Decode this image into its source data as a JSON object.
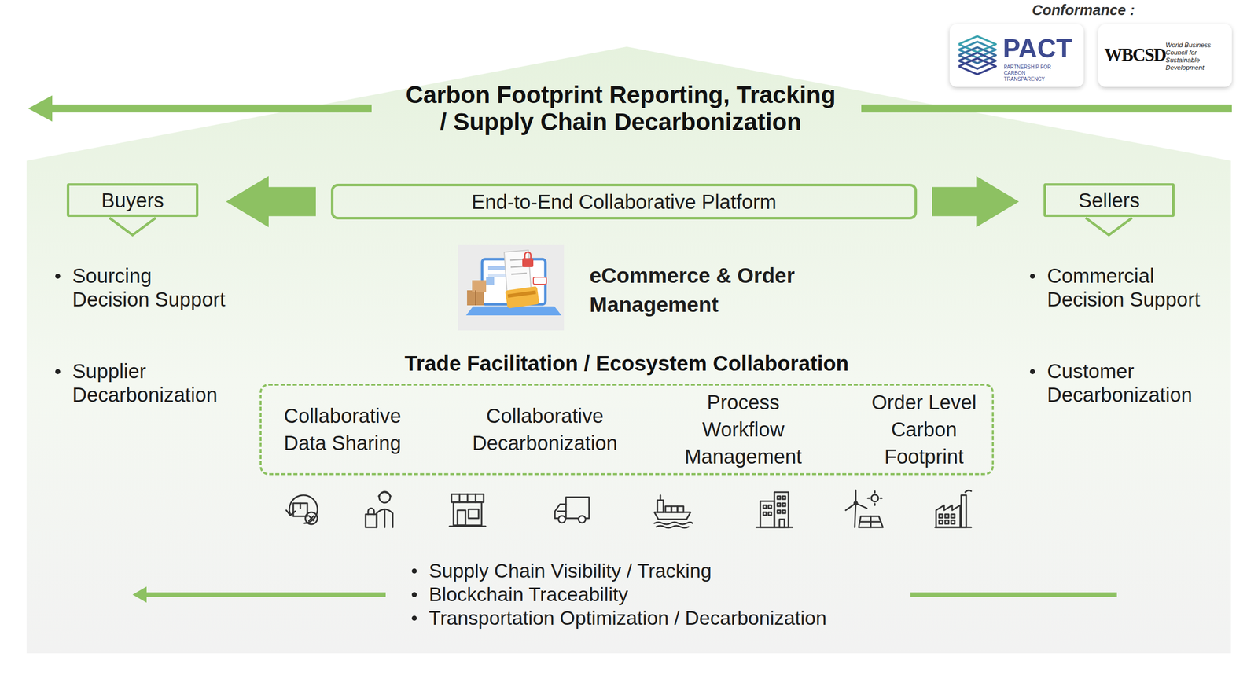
{
  "diagram": {
    "title": "Carbon Footprint Reporting, Tracking / Supply Chain Decarbonization",
    "nodes": [
      {
        "text": [
          "PACT",
          "PARTNERSHIP FOR CARBON TRANSPARENCY"
        ]
      },
      {
        "text": [
          "WBCSD",
          "World Business Council for Sustainable Development"
        ]
      },
      {
        "text": [
          "Buyers"
        ]
      },
      {
        "text": [
          "End-to-End Collaborative Platform"
        ]
      },
      {
        "text": [
          "Sellers"
        ]
      },
      {
        "text": [
          "Trade Facilitation / Ecosystem Collaboration",
          "Collaborative Data Sharing",
          "Collaborative Decarbonization",
          "Process Workflow Management",
          "Order Level Carbon Footprint"
        ]
      }
    ],
    "edges": [
      {
        "from": 3,
        "to": 2,
        "arrow": "to"
      },
      {
        "from": 3,
        "to": 4,
        "arrow": "to"
      }
    ],
    "labels": [
      "Conformance :",
      "Sourcing Decision Support",
      "Supplier Decarbonization",
      "Commercial Decision Support",
      "Customer Decarbonization",
      "eCommerce & Order Management",
      "Supply Chain Visibility / Tracking",
      "Blockchain Traceability",
      "Transportation Optimization / Decarbonization"
    ]
  }
}
